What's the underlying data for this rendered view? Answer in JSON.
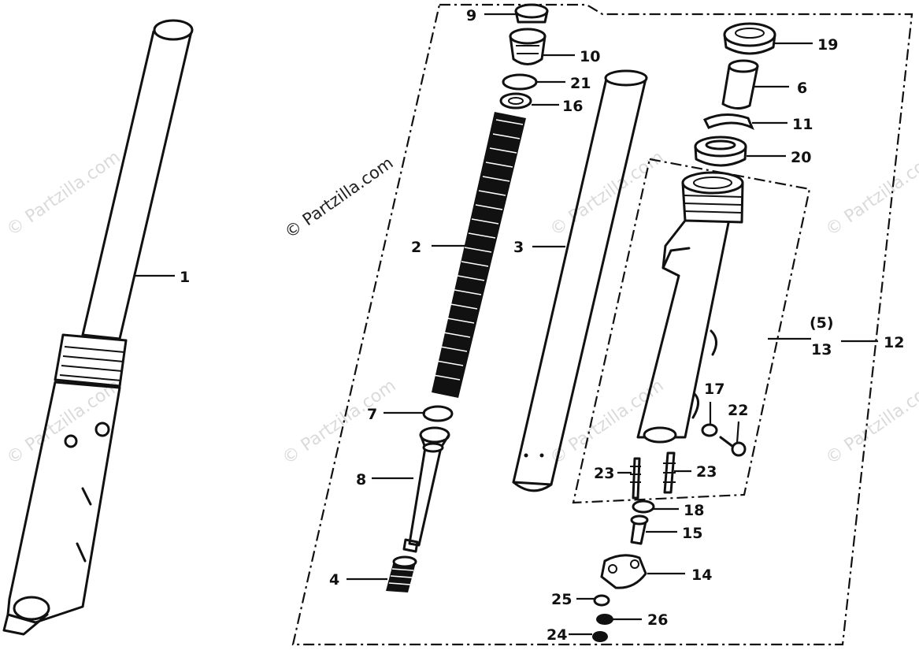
{
  "watermarks": {
    "text": "© Partzilla.com",
    "prominent": "© Partzilla.com"
  },
  "callouts": {
    "c1": "1",
    "c2": "2",
    "c3": "3",
    "c4": "4",
    "c5": "(5)",
    "c6": "6",
    "c7": "7",
    "c8": "8",
    "c9": "9",
    "c10": "10",
    "c11": "11",
    "c12": "12",
    "c13": "13",
    "c14": "14",
    "c15": "15",
    "c16": "16",
    "c17": "17",
    "c18": "18",
    "c19": "19",
    "c20": "20",
    "c21": "21",
    "c22": "22",
    "c23a": "23",
    "c23b": "23",
    "c24": "24",
    "c25": "25",
    "c26": "26"
  }
}
